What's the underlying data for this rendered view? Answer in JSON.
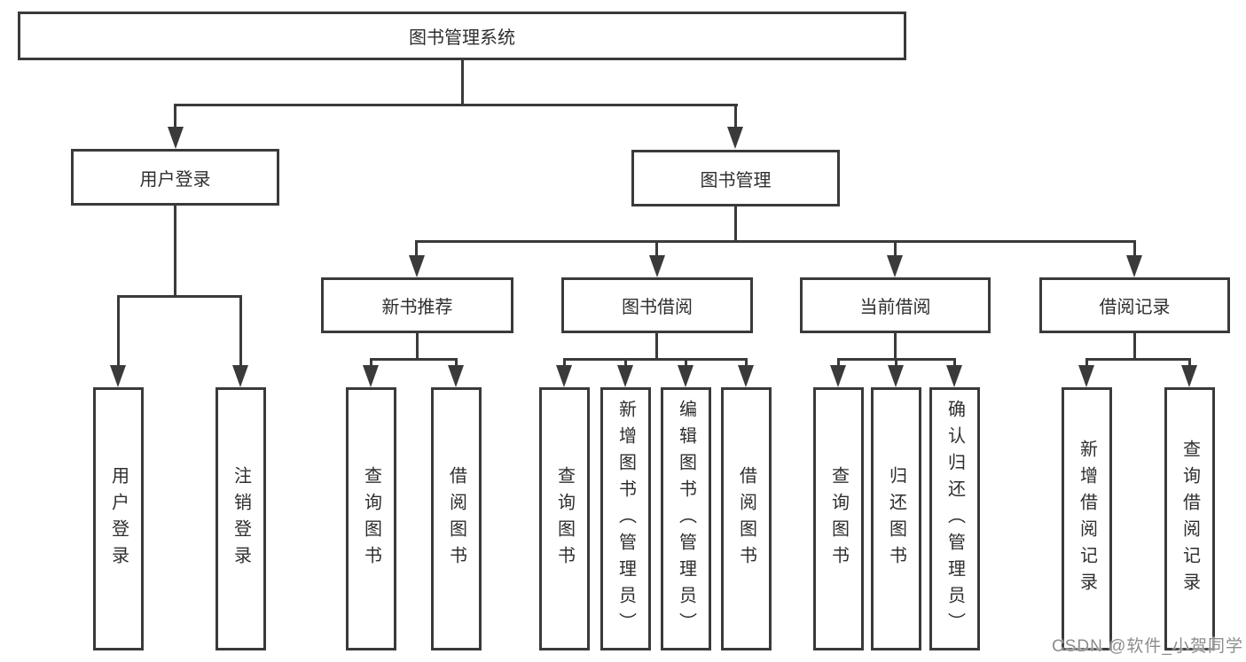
{
  "diagram": {
    "root": {
      "label": "图书管理系统"
    },
    "branches": [
      {
        "label": "用户登录",
        "children": [
          {
            "label": "用户登录"
          },
          {
            "label": "注销登录"
          }
        ]
      },
      {
        "label": "图书管理",
        "groups": [
          {
            "label": "新书推荐",
            "children": [
              {
                "label": "查询图书"
              },
              {
                "label": "借阅图书"
              }
            ]
          },
          {
            "label": "图书借阅",
            "children": [
              {
                "label": "查询图书"
              },
              {
                "label": "新增图书（管理员）"
              },
              {
                "label": "编辑图书（管理员）"
              },
              {
                "label": "借阅图书"
              }
            ]
          },
          {
            "label": "当前借阅",
            "children": [
              {
                "label": "查询图书"
              },
              {
                "label": "归还图书"
              },
              {
                "label": "确认归还（管理员）"
              }
            ]
          },
          {
            "label": "借阅记录",
            "children": [
              {
                "label": "新增借阅记录"
              },
              {
                "label": "查询借阅记录"
              }
            ]
          }
        ]
      }
    ]
  },
  "watermark": {
    "text": "CSDN @软件_小贺同学"
  },
  "colors": {
    "line": "#3a3a3a",
    "box_border": "#3a3a3a",
    "text": "#2e2e2e",
    "watermark": "#8d8d8d",
    "background": "#ffffff"
  }
}
